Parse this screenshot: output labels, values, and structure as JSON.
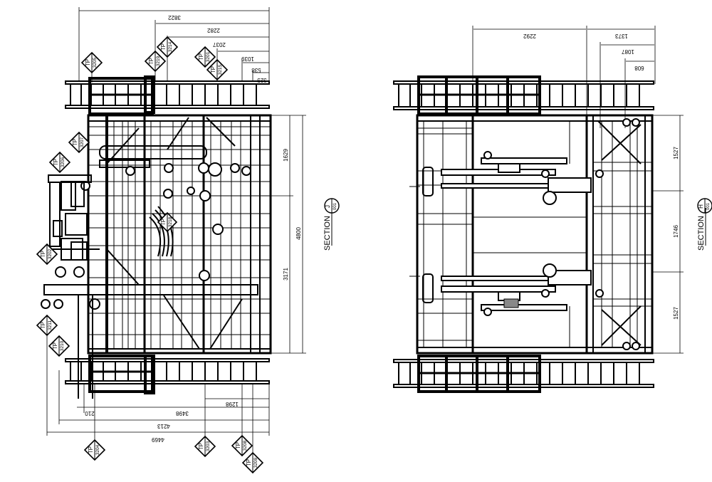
{
  "drawing": {
    "type": "engineering-elevation",
    "colors": {
      "line": "#000000",
      "background": "#ffffff",
      "hatch": "#888888"
    }
  },
  "left_view": {
    "section": {
      "label": "SECTION",
      "letter": "J",
      "sheet": "001"
    },
    "dims_top": [
      "3822",
      "2282",
      "2037",
      "1039",
      "538",
      "325"
    ],
    "dims_bottom": [
      "1298",
      "3498",
      "210",
      "4213",
      "4469"
    ],
    "dims_right": [
      "1629",
      "3171",
      "4800"
    ],
    "tags": [
      {
        "prefix": "TP",
        "num": "3205"
      },
      {
        "prefix": "TP",
        "num": "3219"
      },
      {
        "prefix": "TP",
        "num": "3214"
      },
      {
        "prefix": "TP",
        "num": "3201"
      },
      {
        "prefix": "TP",
        "num": "3215"
      },
      {
        "prefix": "TP",
        "num": "3207"
      },
      {
        "prefix": "TP",
        "num": "3206"
      },
      {
        "prefix": "TP",
        "num": "3218"
      },
      {
        "prefix": "TP",
        "num": "3202"
      },
      {
        "prefix": "TP",
        "num": "3211"
      },
      {
        "prefix": "TP",
        "num": "3210"
      },
      {
        "prefix": "TP",
        "num": "3204"
      },
      {
        "prefix": "TP",
        "num": "3203"
      },
      {
        "prefix": "TP",
        "num": "3208"
      },
      {
        "prefix": "TP",
        "num": "3209"
      }
    ]
  },
  "right_view": {
    "section": {
      "label": "SECTION",
      "letter": "H",
      "sheet": "001"
    },
    "dims_top": [
      "2292",
      "1373",
      "1087",
      "608"
    ],
    "dims_right": [
      "1527",
      "1746",
      "1527"
    ]
  }
}
